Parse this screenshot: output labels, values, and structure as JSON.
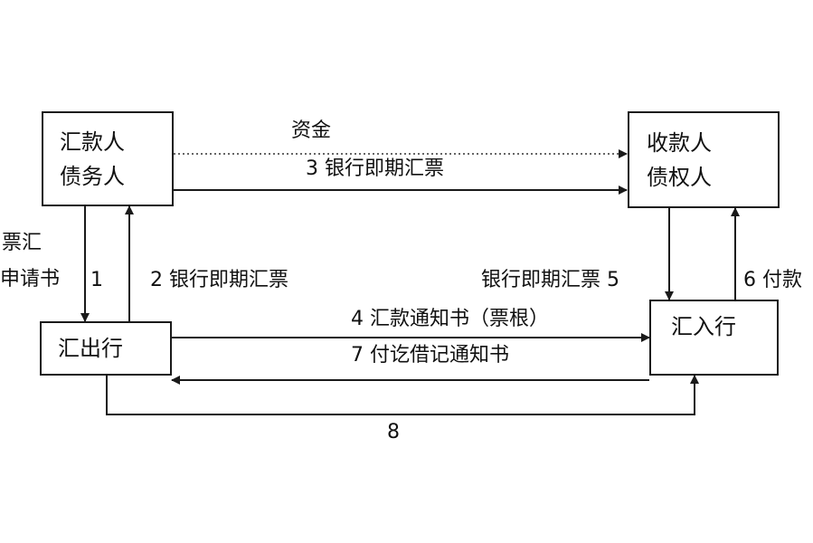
{
  "nodes": {
    "remitter": {
      "line1": "汇款人",
      "line2": "债务人"
    },
    "payee": {
      "line1": "收款人",
      "line2": "债权人"
    },
    "remitting_bank": {
      "label": "汇出行"
    },
    "paying_bank": {
      "label": "汇入行"
    }
  },
  "edges": {
    "funds": "资金",
    "bank_draft_to_payee": "3 银行即期汇票",
    "application_part1": "票汇",
    "application_part2": "申请书",
    "application_num": "1",
    "bank_draft_to_remitter": "2 银行即期汇票",
    "draft_to_paying_bank": "银行即期汇票 5",
    "payment": "6 付款",
    "advice": "4 汇款通知书（票根）",
    "debit_advice": "7 付讫借记通知书",
    "reimbursement": "8"
  }
}
